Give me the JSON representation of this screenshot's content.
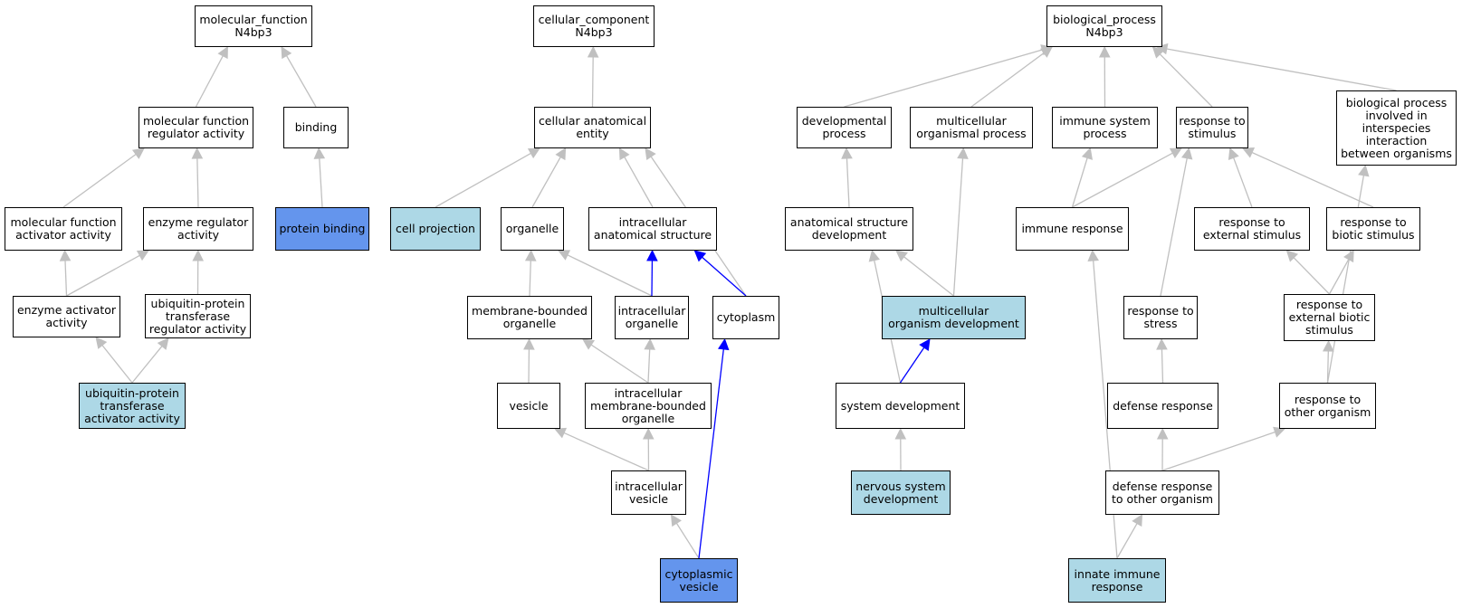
{
  "nodes": [
    {
      "id": "mf",
      "lines": [
        "molecular_function",
        "N4bp3"
      ],
      "fill": "white"
    },
    {
      "id": "mfra",
      "lines": [
        "molecular function",
        "regulator activity"
      ],
      "fill": "white"
    },
    {
      "id": "binding",
      "lines": [
        "binding"
      ],
      "fill": "white"
    },
    {
      "id": "mfaa",
      "lines": [
        "molecular function",
        "activator activity"
      ],
      "fill": "white"
    },
    {
      "id": "era",
      "lines": [
        "enzyme regulator",
        "activity"
      ],
      "fill": "white"
    },
    {
      "id": "pb",
      "lines": [
        "protein binding"
      ],
      "fill": "dark"
    },
    {
      "id": "eaa",
      "lines": [
        "enzyme activator",
        "activity"
      ],
      "fill": "white"
    },
    {
      "id": "uptra",
      "lines": [
        "ubiquitin-protein",
        "transferase",
        "regulator activity"
      ],
      "fill": "white"
    },
    {
      "id": "uptaa",
      "lines": [
        "ubiquitin-protein",
        "transferase",
        "activator activity"
      ],
      "fill": "light"
    },
    {
      "id": "cc",
      "lines": [
        "cellular_component",
        "N4bp3"
      ],
      "fill": "white"
    },
    {
      "id": "cae",
      "lines": [
        "cellular anatomical",
        "entity"
      ],
      "fill": "white"
    },
    {
      "id": "cp",
      "lines": [
        "cell projection"
      ],
      "fill": "light"
    },
    {
      "id": "org",
      "lines": [
        "organelle"
      ],
      "fill": "white"
    },
    {
      "id": "ias",
      "lines": [
        "intracellular",
        "anatomical structure"
      ],
      "fill": "white"
    },
    {
      "id": "mbo",
      "lines": [
        "membrane-bounded",
        "organelle"
      ],
      "fill": "white"
    },
    {
      "id": "io",
      "lines": [
        "intracellular",
        "organelle"
      ],
      "fill": "white"
    },
    {
      "id": "cyto",
      "lines": [
        "cytoplasm"
      ],
      "fill": "white"
    },
    {
      "id": "ves",
      "lines": [
        "vesicle"
      ],
      "fill": "white"
    },
    {
      "id": "imbo",
      "lines": [
        "intracellular",
        "membrane-bounded",
        "organelle"
      ],
      "fill": "white"
    },
    {
      "id": "iv",
      "lines": [
        "intracellular",
        "vesicle"
      ],
      "fill": "white"
    },
    {
      "id": "cv",
      "lines": [
        "cytoplasmic",
        "vesicle"
      ],
      "fill": "dark"
    },
    {
      "id": "bp",
      "lines": [
        "biological_process",
        "N4bp3"
      ],
      "fill": "white"
    },
    {
      "id": "dp",
      "lines": [
        "developmental",
        "process"
      ],
      "fill": "white"
    },
    {
      "id": "mop",
      "lines": [
        "multicellular",
        "organismal process"
      ],
      "fill": "white"
    },
    {
      "id": "isp",
      "lines": [
        "immune system",
        "process"
      ],
      "fill": "white"
    },
    {
      "id": "rts",
      "lines": [
        "response to",
        "stimulus"
      ],
      "fill": "white"
    },
    {
      "id": "bpii",
      "lines": [
        "biological process",
        "involved in",
        "interspecies",
        "interaction",
        "between organisms"
      ],
      "fill": "white"
    },
    {
      "id": "asd",
      "lines": [
        "anatomical structure",
        "development"
      ],
      "fill": "white"
    },
    {
      "id": "ir",
      "lines": [
        "immune response"
      ],
      "fill": "white"
    },
    {
      "id": "rtes",
      "lines": [
        "response to",
        "external stimulus"
      ],
      "fill": "white"
    },
    {
      "id": "rtbs",
      "lines": [
        "response to",
        "biotic stimulus"
      ],
      "fill": "white"
    },
    {
      "id": "mod",
      "lines": [
        "multicellular",
        "organism development"
      ],
      "fill": "light"
    },
    {
      "id": "rtst",
      "lines": [
        "response to",
        "stress"
      ],
      "fill": "white"
    },
    {
      "id": "rtebs",
      "lines": [
        "response to",
        "external biotic",
        "stimulus"
      ],
      "fill": "white"
    },
    {
      "id": "sd",
      "lines": [
        "system development"
      ],
      "fill": "white"
    },
    {
      "id": "dr",
      "lines": [
        "defense response"
      ],
      "fill": "white"
    },
    {
      "id": "rtoo",
      "lines": [
        "response to",
        "other organism"
      ],
      "fill": "white"
    },
    {
      "id": "nsd",
      "lines": [
        "nervous system",
        "development"
      ],
      "fill": "light"
    },
    {
      "id": "drtoo",
      "lines": [
        "defense response",
        "to other organism"
      ],
      "fill": "white"
    },
    {
      "id": "iimr",
      "lines": [
        "innate immune",
        "response"
      ],
      "fill": "light"
    }
  ],
  "edges": [
    {
      "from": "mfra",
      "to": "mf",
      "color": "gray"
    },
    {
      "from": "binding",
      "to": "mf",
      "color": "gray"
    },
    {
      "from": "mfaa",
      "to": "mfra",
      "color": "gray"
    },
    {
      "from": "era",
      "to": "mfra",
      "color": "gray"
    },
    {
      "from": "pb",
      "to": "binding",
      "color": "gray"
    },
    {
      "from": "eaa",
      "to": "mfaa",
      "color": "gray"
    },
    {
      "from": "eaa",
      "to": "era",
      "color": "gray"
    },
    {
      "from": "uptra",
      "to": "era",
      "color": "gray"
    },
    {
      "from": "uptaa",
      "to": "eaa",
      "color": "gray"
    },
    {
      "from": "uptaa",
      "to": "uptra",
      "color": "gray"
    },
    {
      "from": "cae",
      "to": "cc",
      "color": "gray"
    },
    {
      "from": "cp",
      "to": "cae",
      "color": "gray"
    },
    {
      "from": "org",
      "to": "cae",
      "color": "gray"
    },
    {
      "from": "ias",
      "to": "cae",
      "color": "gray"
    },
    {
      "from": "cyto",
      "to": "cae",
      "color": "gray"
    },
    {
      "from": "mbo",
      "to": "org",
      "color": "gray"
    },
    {
      "from": "io",
      "to": "org",
      "color": "gray"
    },
    {
      "from": "io",
      "to": "ias",
      "color": "blue"
    },
    {
      "from": "cyto",
      "to": "ias",
      "color": "blue"
    },
    {
      "from": "ves",
      "to": "mbo",
      "color": "gray"
    },
    {
      "from": "imbo",
      "to": "mbo",
      "color": "gray"
    },
    {
      "from": "imbo",
      "to": "io",
      "color": "gray"
    },
    {
      "from": "iv",
      "to": "ves",
      "color": "gray"
    },
    {
      "from": "iv",
      "to": "imbo",
      "color": "gray"
    },
    {
      "from": "cv",
      "to": "iv",
      "color": "gray"
    },
    {
      "from": "cv",
      "to": "cyto",
      "color": "blue"
    },
    {
      "from": "dp",
      "to": "bp",
      "color": "gray"
    },
    {
      "from": "mop",
      "to": "bp",
      "color": "gray"
    },
    {
      "from": "isp",
      "to": "bp",
      "color": "gray"
    },
    {
      "from": "rts",
      "to": "bp",
      "color": "gray"
    },
    {
      "from": "bpii",
      "to": "bp",
      "color": "gray"
    },
    {
      "from": "asd",
      "to": "dp",
      "color": "gray"
    },
    {
      "from": "mod",
      "to": "mop",
      "color": "gray"
    },
    {
      "from": "mod",
      "to": "asd",
      "color": "gray"
    },
    {
      "from": "ir",
      "to": "isp",
      "color": "gray"
    },
    {
      "from": "ir",
      "to": "rts",
      "color": "gray"
    },
    {
      "from": "rtes",
      "to": "rts",
      "color": "gray"
    },
    {
      "from": "rtbs",
      "to": "rts",
      "color": "gray"
    },
    {
      "from": "rtst",
      "to": "rts",
      "color": "gray"
    },
    {
      "from": "rtebs",
      "to": "rtes",
      "color": "gray"
    },
    {
      "from": "rtebs",
      "to": "rtbs",
      "color": "gray"
    },
    {
      "from": "sd",
      "to": "asd",
      "color": "gray"
    },
    {
      "from": "sd",
      "to": "mod",
      "color": "blue"
    },
    {
      "from": "dr",
      "to": "rtst",
      "color": "gray"
    },
    {
      "from": "rtoo",
      "to": "rtebs",
      "color": "gray"
    },
    {
      "from": "rtoo",
      "to": "bpii",
      "color": "gray"
    },
    {
      "from": "nsd",
      "to": "sd",
      "color": "gray"
    },
    {
      "from": "drtoo",
      "to": "dr",
      "color": "gray"
    },
    {
      "from": "drtoo",
      "to": "rtoo",
      "color": "gray"
    },
    {
      "from": "iimr",
      "to": "drtoo",
      "color": "gray"
    },
    {
      "from": "iimr",
      "to": "ir",
      "color": "gray"
    }
  ],
  "colors": {
    "node_white": "#ffffff",
    "node_light": "#add8e6",
    "node_dark": "#6495ed",
    "edge_gray": "#c0c0c0",
    "edge_blue": "#0000ff",
    "border": "#000000"
  }
}
